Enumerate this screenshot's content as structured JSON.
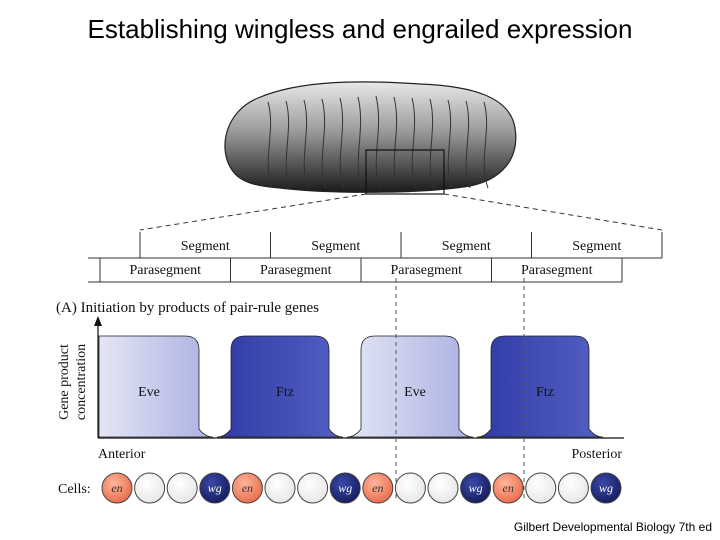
{
  "title": "Establishing wingless and engrailed expression",
  "caption": "Gilbert Developmental Biology 7th ed",
  "segments": {
    "segment_label": "Segment",
    "parasegment_label": "Parasegment",
    "segment_count": 4,
    "parasegment_count": 4
  },
  "panel": {
    "heading": "(A)  Initiation by products of pair-rule genes",
    "y_axis_label_line1": "Gene product",
    "y_axis_label_line2": "concentration",
    "anterior_label": "Anterior",
    "posterior_label": "Posterior",
    "bands": [
      {
        "label": "Eve",
        "color": "#c9cdf0"
      },
      {
        "label": "Ftz",
        "color": "#3e47b0"
      },
      {
        "label": "Eve",
        "color": "#c9cdf0"
      },
      {
        "label": "Ftz",
        "color": "#3e47b0"
      }
    ]
  },
  "cells": {
    "label": "Cells:",
    "row": [
      {
        "type": "en",
        "label": "en"
      },
      {
        "type": "blank",
        "label": ""
      },
      {
        "type": "blank",
        "label": ""
      },
      {
        "type": "wg",
        "label": "wg"
      },
      {
        "type": "en",
        "label": "en"
      },
      {
        "type": "blank",
        "label": ""
      },
      {
        "type": "blank",
        "label": ""
      },
      {
        "type": "wg",
        "label": "wg"
      },
      {
        "type": "en",
        "label": "en"
      },
      {
        "type": "blank",
        "label": ""
      },
      {
        "type": "blank",
        "label": ""
      },
      {
        "type": "wg",
        "label": "wg"
      },
      {
        "type": "en",
        "label": "en"
      },
      {
        "type": "blank",
        "label": ""
      },
      {
        "type": "blank",
        "label": ""
      },
      {
        "type": "wg",
        "label": "wg"
      }
    ],
    "colors": {
      "en": "#f07a5a",
      "wg": "#1c2470",
      "blank": "#ffffff"
    }
  }
}
